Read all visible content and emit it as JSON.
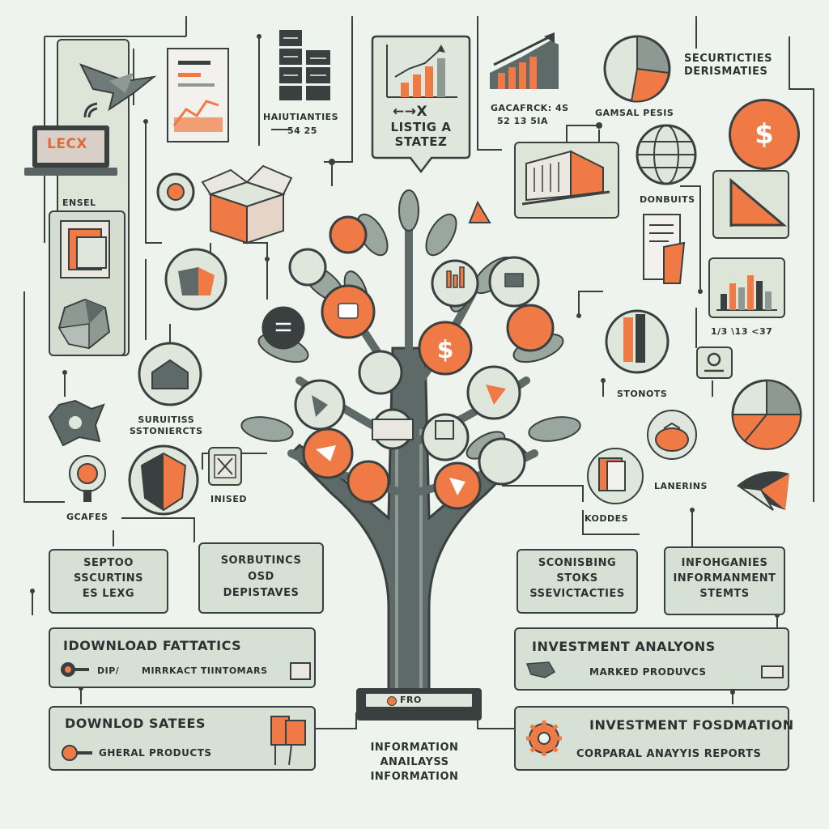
{
  "colors": {
    "accent": "#ef7a45",
    "ink": "#3a4040",
    "panel": "#d7e0d4",
    "leaf": "#9aa6a0",
    "background": "#eef3ee"
  },
  "icons": [
    "laptop-icon",
    "plane-icon",
    "document-chart-icon",
    "server-stack-icon",
    "line-chart-icon",
    "bar-trend-icon",
    "pie-chart-icon",
    "dollar-coin-icon",
    "globe-icon",
    "building-icon",
    "triangle-chart-icon",
    "document-icon",
    "bar-chart-icon",
    "pie-chart-icon-2",
    "person-icon",
    "box-icon",
    "cubes-icon",
    "gear-icon",
    "pin-icon",
    "shield-icon",
    "tree-icon"
  ],
  "top": {
    "laptop_text": "LECX",
    "labels": {
      "haiutianties": "HAIUTIANTIES",
      "haiu_nums": "54    25",
      "listig": "LISTIG A\nSTATEZ",
      "gacafrck": "GACAFRCK: 4S",
      "gacaf_nums": "52 13 5IA",
      "gamsal": "GAMSAL PESIS",
      "securities": "SECURTICTIES\nDERISMATIES"
    }
  },
  "left": {
    "ensel": "ENSEL",
    "surutiss": "SURUITISS\nSSTONIERCTS",
    "inised": "INISED",
    "gcafes": "GCAFES"
  },
  "right": {
    "donbuits": "DONBUITS",
    "bar_nums": "1/3   \\13   <37",
    "stonots": "STONOTS",
    "lanerns": "LANERINS",
    "kodies": "KODDES"
  },
  "mid_boxes": {
    "left1": "SEPTOO\nSSCURTINS\nES LEXG",
    "left2": "SORBUTINCS\nOSD\nDEPISTAVES",
    "right1": "SCONISBING\nSTOKS\nSSEVICTACTIES",
    "right2": "INFOHGANIES\nINFORMANMENT\nSTEMTS"
  },
  "bottom_left": {
    "bar1_title": "IDOWNLOAD FATTATICS",
    "bar1_sub": "MIRRKACT TIINTOMARS",
    "bar1_prefix": "DIP/",
    "bar2_title": "DOWNLOD SATEES",
    "bar2_sub": "GHERAL PRODUCTS"
  },
  "bottom_right": {
    "bar1_title": "INVESTMENT ANALYONS",
    "bar1_sub": "MARKED PRODUVCS",
    "bar2_title": "INVESTMENT FOSDMATION",
    "bar2_sub": "CORPARAL ANAYYIS REPORTS"
  },
  "center": {
    "base_label": "FRO",
    "caption": "INFORMATION\nANAILAYSS\nINFORMATION"
  }
}
